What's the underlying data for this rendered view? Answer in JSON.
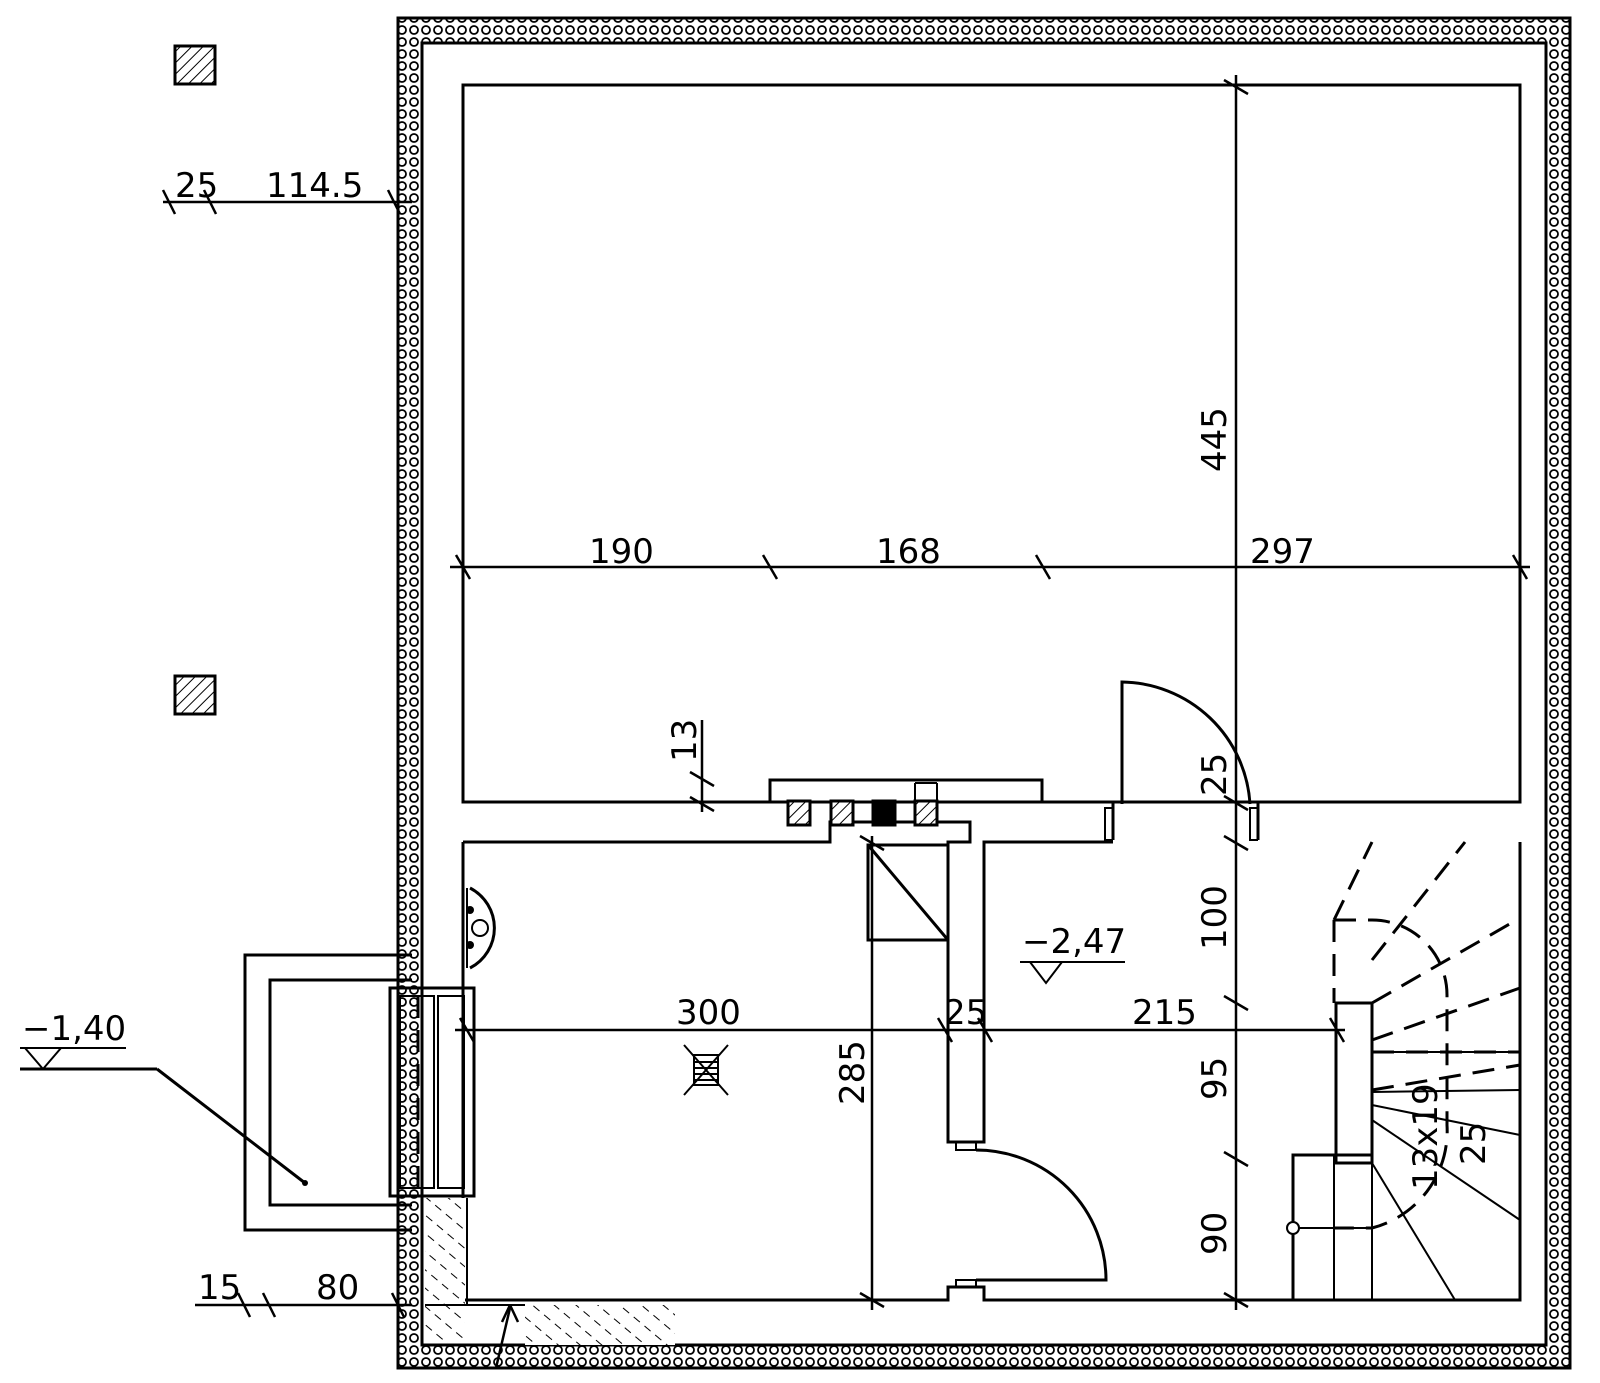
{
  "dimensions": {
    "top_left_a": "25",
    "top_left_b": "114.5",
    "row_a": "190",
    "row_b": "168",
    "row_c": "297",
    "vert_top": "445",
    "small_13": "13",
    "vert_25": "25",
    "vert_100": "100",
    "lower_300": "300",
    "lower_25": "25",
    "lower_215": "215",
    "vert_285": "285",
    "vert_95": "95",
    "vert_90": "90",
    "bottom_15": "15",
    "bottom_80": "80",
    "stair_count": "13x19",
    "stair_tread": "25"
  },
  "levels": {
    "outside": "−1,40",
    "inside": "−2,47"
  }
}
